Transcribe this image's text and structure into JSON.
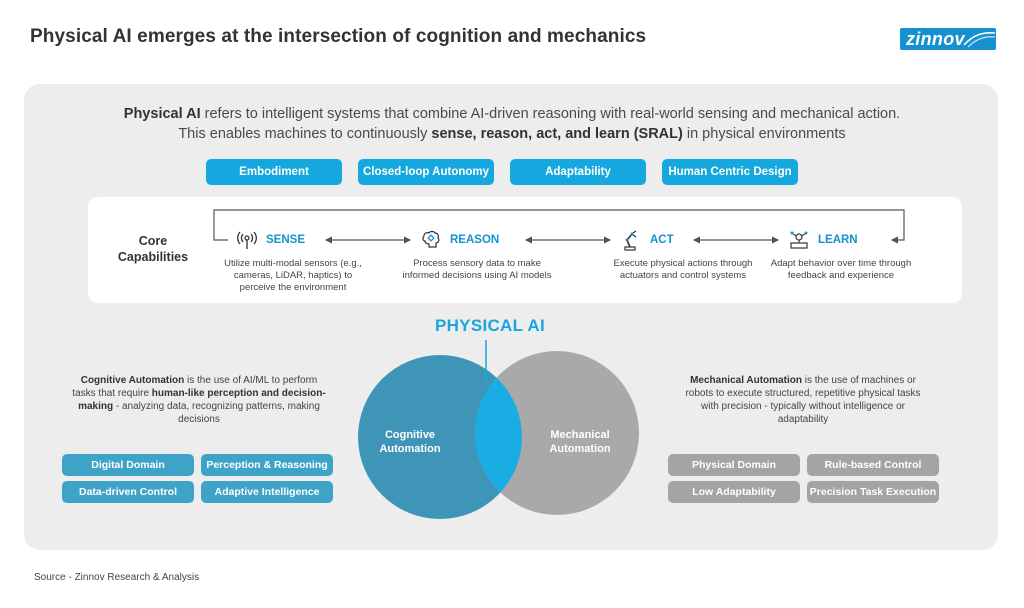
{
  "header": {
    "title": "Physical AI emerges at the intersection of cognition and mechanics",
    "logo_text": "zinnov"
  },
  "intro": {
    "line1_bold": "Physical AI",
    "line1_rest": " refers to intelligent systems that combine AI-driven reasoning with real-world sensing and mechanical action.",
    "line2_pre": "This enables machines to continuously ",
    "line2_bold": "sense, reason, act, and learn (SRAL)",
    "line2_post": " in physical environments"
  },
  "attributes": [
    "Embodiment",
    "Closed-loop Autonomy",
    "Adaptability",
    "Human Centric Design"
  ],
  "core": {
    "title": "Core Capabilities",
    "capabilities": [
      {
        "name": "SENSE",
        "icon": "sensor-antenna-icon",
        "desc": "Utilize multi-modal sensors (e.g., cameras, LiDAR, haptics) to perceive the environment"
      },
      {
        "name": "REASON",
        "icon": "brain-gear-icon",
        "desc": "Process sensory data to make informed decisions using AI models"
      },
      {
        "name": "ACT",
        "icon": "robot-arm-icon",
        "desc": "Execute physical actions through actuators and control systems"
      },
      {
        "name": "LEARN",
        "icon": "learning-network-icon",
        "desc": "Adapt behavior over time through feedback and experience"
      }
    ]
  },
  "physical_ai_label": "PHYSICAL AI",
  "cognitive": {
    "circle_label": "Cognitive Automation",
    "desc_bold1": "Cognitive Automation",
    "desc_1": " is the use of AI/ML to perform tasks that require ",
    "desc_bold2": "human-like perception and decision-making",
    "desc_2": " - analyzing data, recognizing patterns, making decisions",
    "tags": [
      "Digital Domain",
      "Perception & Reasoning",
      "Data-driven Control",
      "Adaptive Intelligence"
    ],
    "color": "#3e95b8"
  },
  "mechanical": {
    "circle_label": "Mechanical Automation",
    "desc_bold": "Mechanical Automation",
    "desc": " is the use of machines or robots to execute structured, repetitive physical tasks with precision - typically without intelligence or adaptability",
    "tags": [
      "Physical Domain",
      "Rule-based Control",
      "Low Adaptability",
      "Precision Task Execution"
    ],
    "color": "#a9a9a9"
  },
  "overlap_color": "#19ade3",
  "source": "Source - Zinnov Research & Analysis"
}
